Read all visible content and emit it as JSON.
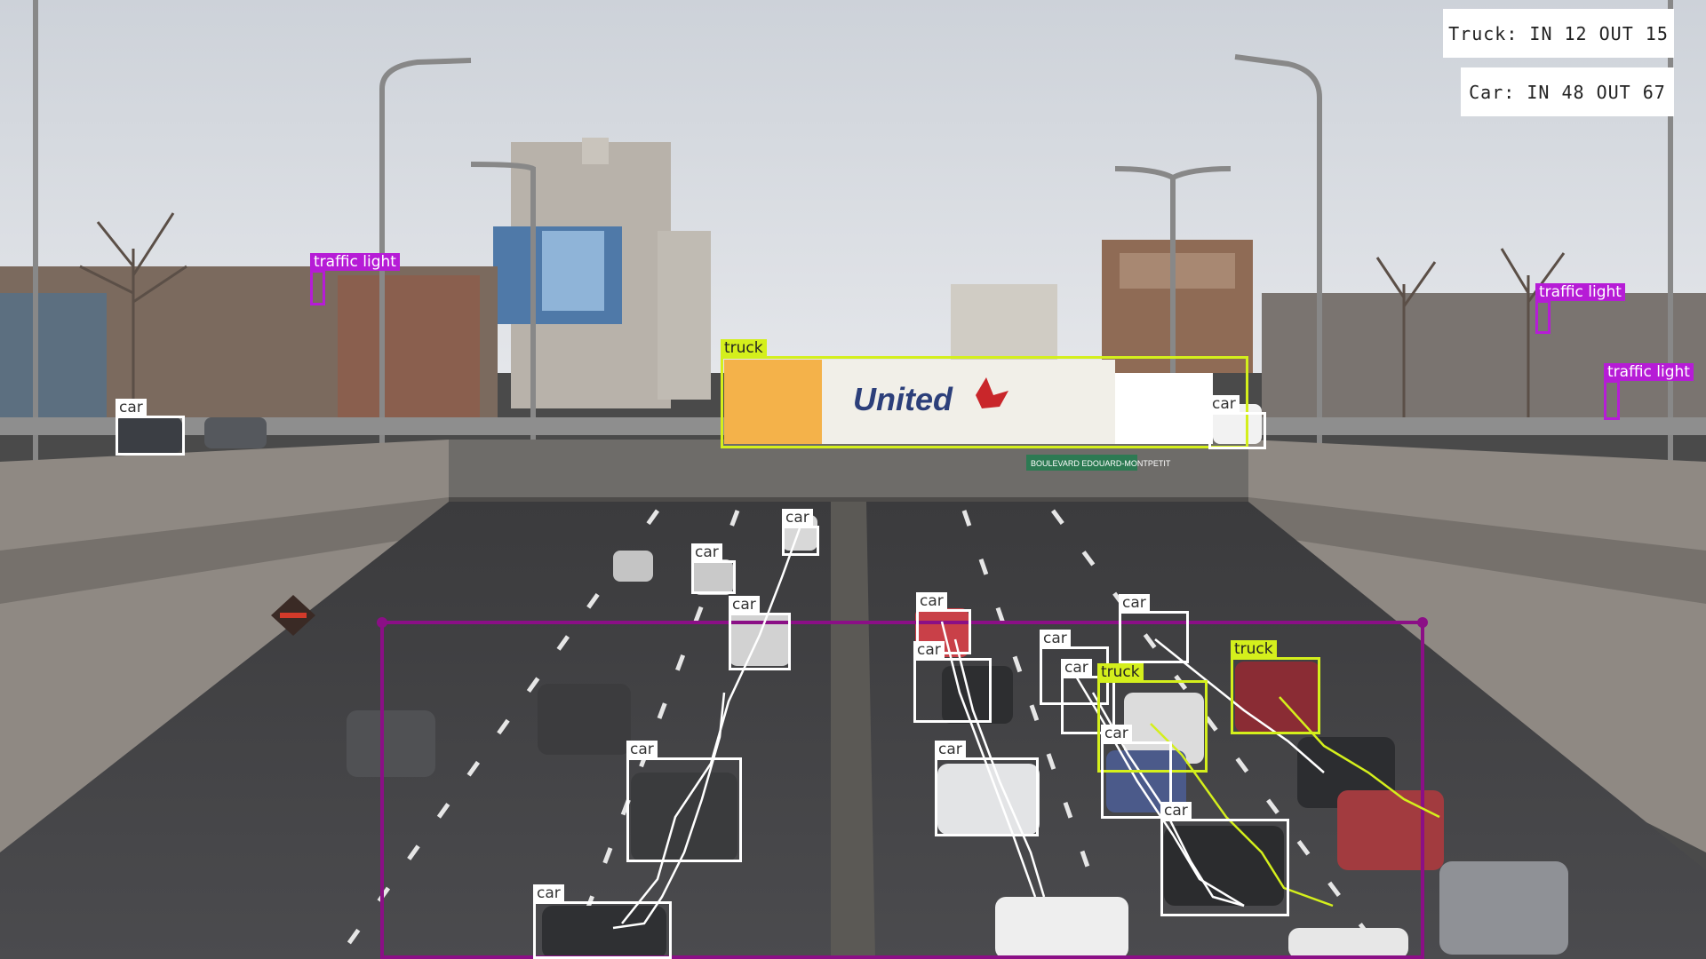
{
  "counters": {
    "truck": "Truck: IN 12 OUT 15",
    "car": "Car: IN 48 OUT 67"
  },
  "scene": {
    "billboard_text": "United",
    "road_sign": "BOULEVARD EDOUARD-MONTPETIT"
  },
  "colors": {
    "car_box": "#ffffff",
    "truck_box": "#d4ef1c",
    "traffic_light_box": "#b61cd6",
    "zone_outline": "#8b0f86"
  },
  "detections": [
    {
      "label": "car"
    },
    {
      "label": "truck"
    },
    {
      "label": "car"
    },
    {
      "label": "traffic light"
    },
    {
      "label": "traffic light"
    },
    {
      "label": "traffic light"
    },
    {
      "label": "car"
    },
    {
      "label": "car"
    },
    {
      "label": "car"
    },
    {
      "label": "car"
    },
    {
      "label": "car"
    },
    {
      "label": "car"
    },
    {
      "label": "car"
    },
    {
      "label": "car"
    },
    {
      "label": "truck"
    },
    {
      "label": "truck"
    },
    {
      "label": "car"
    },
    {
      "label": "car"
    },
    {
      "label": "car"
    },
    {
      "label": "car"
    },
    {
      "label": "car"
    }
  ]
}
